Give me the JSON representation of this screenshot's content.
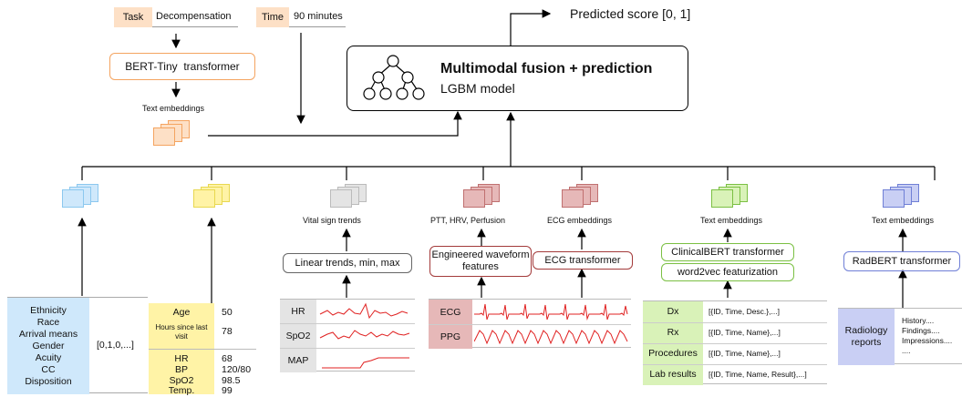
{
  "top": {
    "task_label": "Task",
    "task_value": "Decompensation",
    "time_label": "Time",
    "time_value": "90 minutes",
    "bert_name": "BERT-Tiny",
    "bert_suffix": "transformer",
    "text_embeddings": "Text embeddings",
    "predicted_score": "Predicted score [0, 1]",
    "fusion_title": "Multimodal fusion + prediction",
    "fusion_subtitle": "LGBM model"
  },
  "demographics": {
    "labels": [
      "Ethnicity",
      "Race",
      "Arrival means",
      "Gender",
      "Acuity",
      "CC",
      "Disposition"
    ],
    "value": "[0,1,0,...]"
  },
  "triage": {
    "rows1": [
      {
        "label": "Age",
        "value": "50"
      },
      {
        "label": "Hours since last visit",
        "value": "78"
      }
    ],
    "rows2": [
      {
        "label": "HR",
        "value": "68"
      },
      {
        "label": "BP",
        "value": "120/80"
      },
      {
        "label": "SpO2",
        "value": "98.5"
      },
      {
        "label": "Temp.",
        "value": "99"
      }
    ]
  },
  "vitals": {
    "caption": "Vital sign trends",
    "processor": "Linear trends, min, max",
    "rows": [
      "HR",
      "SpO2",
      "MAP"
    ]
  },
  "waveform": {
    "caption_features": "PTT, HRV, Perfusion",
    "caption_ecg": "ECG embeddings",
    "engineered": "Engineered waveform features",
    "ecg_transformer": "ECG transformer",
    "rows": [
      "ECG",
      "PPG"
    ]
  },
  "ehr": {
    "caption": "Text embeddings",
    "clinicalbert": "ClinicalBERT transformer",
    "word2vec": "word2vec featurization",
    "rows": [
      {
        "label": "Dx",
        "value": "[{ID, Time, Desc.},...]"
      },
      {
        "label": "Rx",
        "value": "[{ID, Time, Name},...]"
      },
      {
        "label": "Procedures",
        "value": "[{ID, Time, Name},...]"
      },
      {
        "label": "Lab results",
        "value": "[{ID, Time, Name, Result},...]"
      }
    ]
  },
  "radiology": {
    "caption": "Text embeddings",
    "transformer": "RadBERT transformer",
    "label": "Radiology reports",
    "lines": [
      "History....",
      "Findings....",
      "Impressions....",
      "...."
    ]
  },
  "colors": {
    "orange": "#f4a460",
    "orange_fill": "#fde0c6",
    "blue_fill": "#cfe8fb",
    "blue_edge": "#8cc8ef",
    "yellow_fill": "#fff3a6",
    "yellow_edge": "#e8d850",
    "gray_fill": "#e4e4e4",
    "red_edge": "#a33a3a",
    "red_fill": "#e6b8b8",
    "green_edge": "#7bc043",
    "green_fill": "#d9f2b8",
    "purple_edge": "#6f7fd6",
    "purple_fill": "#c9cff4",
    "signal": "#e02020"
  }
}
